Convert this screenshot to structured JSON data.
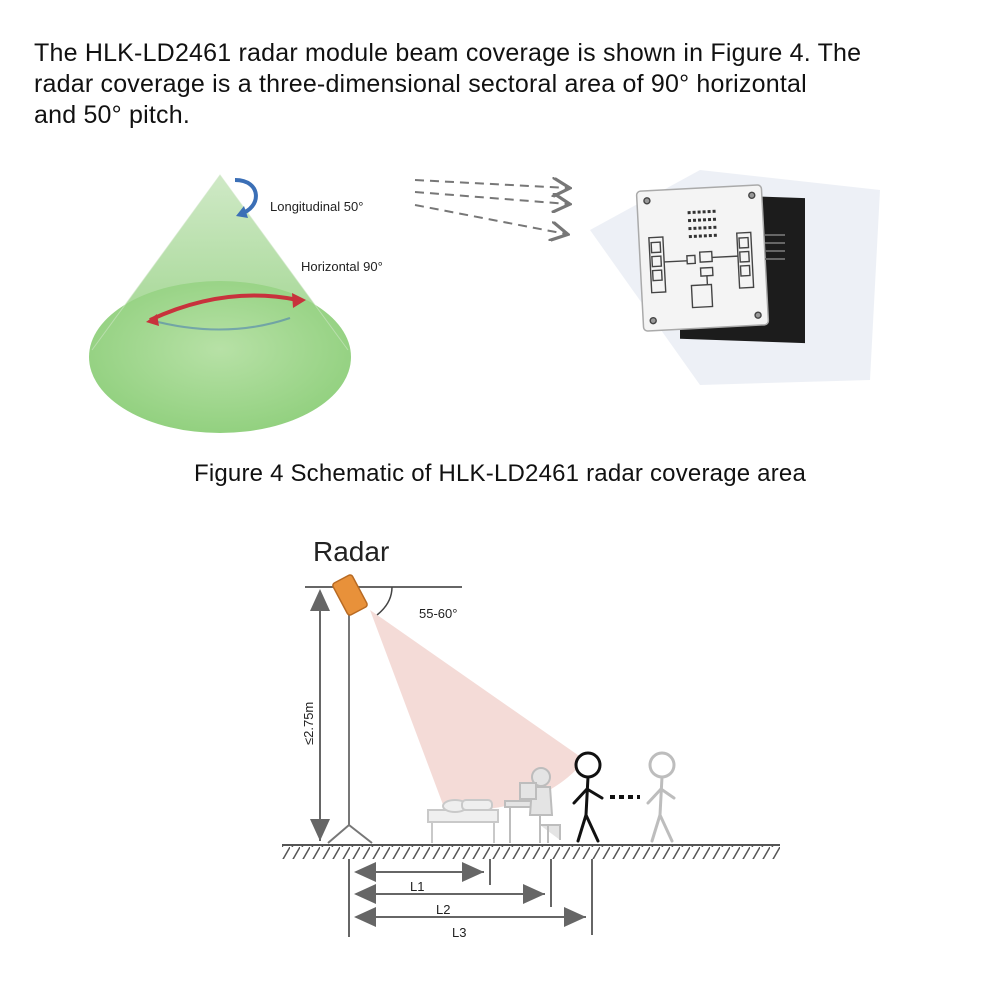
{
  "intro": {
    "lines": [
      "The HLK-LD2461 radar module beam coverage is shown in Figure 4. The",
      "radar coverage is a three-dimensional sectoral area of 90° horizontal",
      "and 50° pitch."
    ]
  },
  "figure4": {
    "label_longitudinal": "Longitudinal 50°",
    "label_horizontal": "Horizontal 90°",
    "caption": "Figure 4 Schematic of HLK-LD2461 radar coverage area"
  },
  "installation": {
    "title": "Radar",
    "angle_label": "55-60°",
    "height_label": "≤2.75m",
    "distances": [
      "L1",
      "L2",
      "L3"
    ]
  }
}
